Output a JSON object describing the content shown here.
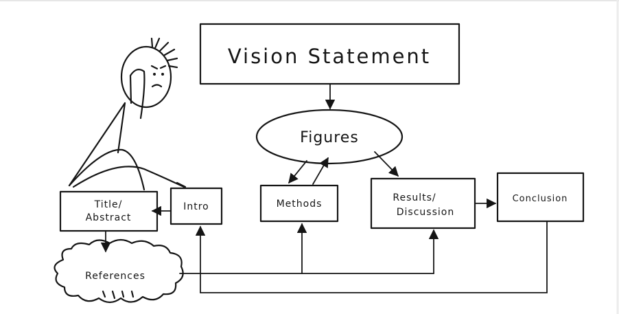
{
  "nodes": {
    "vision": "Vision Statement",
    "figures": "Figures",
    "title_abstract": [
      "Title/",
      "Abstract"
    ],
    "intro": "Intro",
    "methods": "Methods",
    "results_discussion": [
      "Results/",
      "Discussion"
    ],
    "conclusion": "Conclusion",
    "references": "References"
  },
  "colors": {
    "ink": "#151515",
    "background": "#ffffff"
  }
}
